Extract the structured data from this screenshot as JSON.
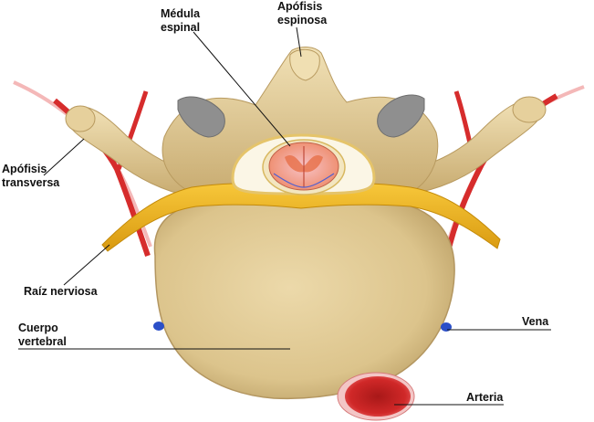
{
  "labels": {
    "medula": [
      "Médula",
      "espinal"
    ],
    "apofisis_espinosa": [
      "Apófisis",
      "espinosa"
    ],
    "apofisis_transversa": [
      "Apófisis",
      "transversa"
    ],
    "raiz_nerviosa": [
      "Raíz nerviosa"
    ],
    "cuerpo_vertebral": [
      "Cuerpo",
      "vertebral"
    ],
    "vena": [
      "Vena"
    ],
    "arteria": [
      "Arteria"
    ]
  },
  "colors": {
    "bone": "#e8d3a0",
    "bone_shadow": "#c9ad74",
    "nerve": "#f2b418",
    "artery": "#d62c2c",
    "vein": "#2b4fc8",
    "spinal_cord": "#f4a38c"
  }
}
